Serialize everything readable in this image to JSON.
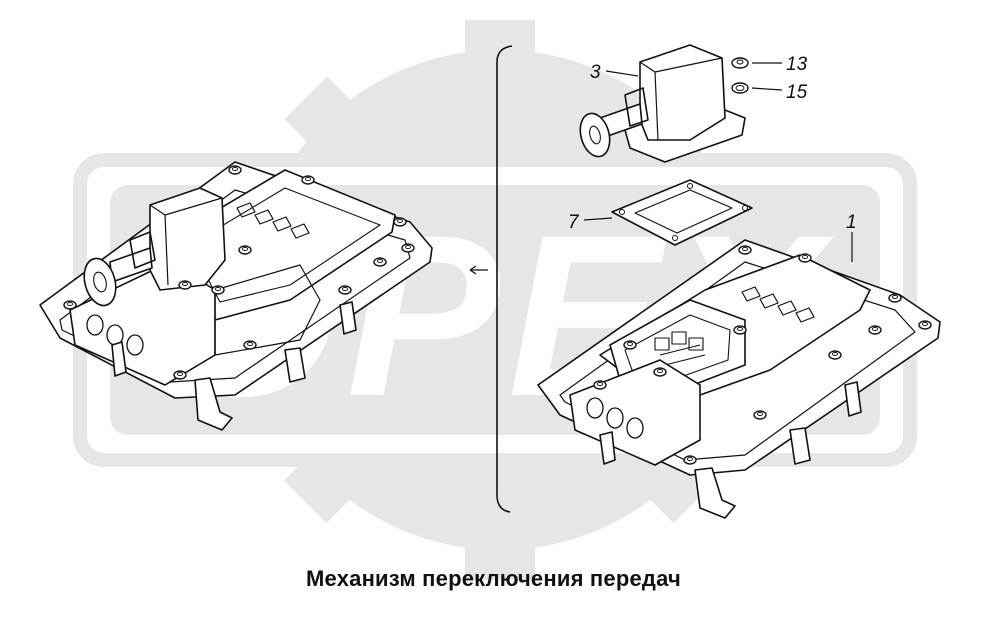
{
  "diagram": {
    "title": "Механизм переключения передач",
    "watermark_text": "OPEX",
    "callouts": [
      {
        "id": "c3",
        "label": "3"
      },
      {
        "id": "c13",
        "label": "13"
      },
      {
        "id": "c15",
        "label": "15"
      },
      {
        "id": "c7",
        "label": "7"
      },
      {
        "id": "c1",
        "label": "1"
      }
    ],
    "colors": {
      "line": "#111111",
      "watermark": "#e6e6e6",
      "background": "#ffffff"
    }
  }
}
